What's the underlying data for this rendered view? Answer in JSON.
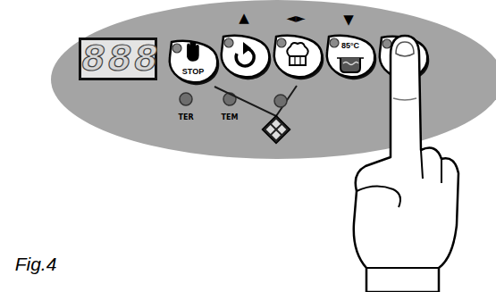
{
  "diagram": {
    "caption": "Fig.4",
    "nodes": [
      {
        "text": [
          "888"
        ]
      },
      {
        "text": [
          "STOP"
        ]
      },
      {
        "text": [
          "85°C"
        ]
      }
    ],
    "labels": [
      "▲",
      "◄►",
      "▼",
      "TER",
      "TEM"
    ]
  }
}
